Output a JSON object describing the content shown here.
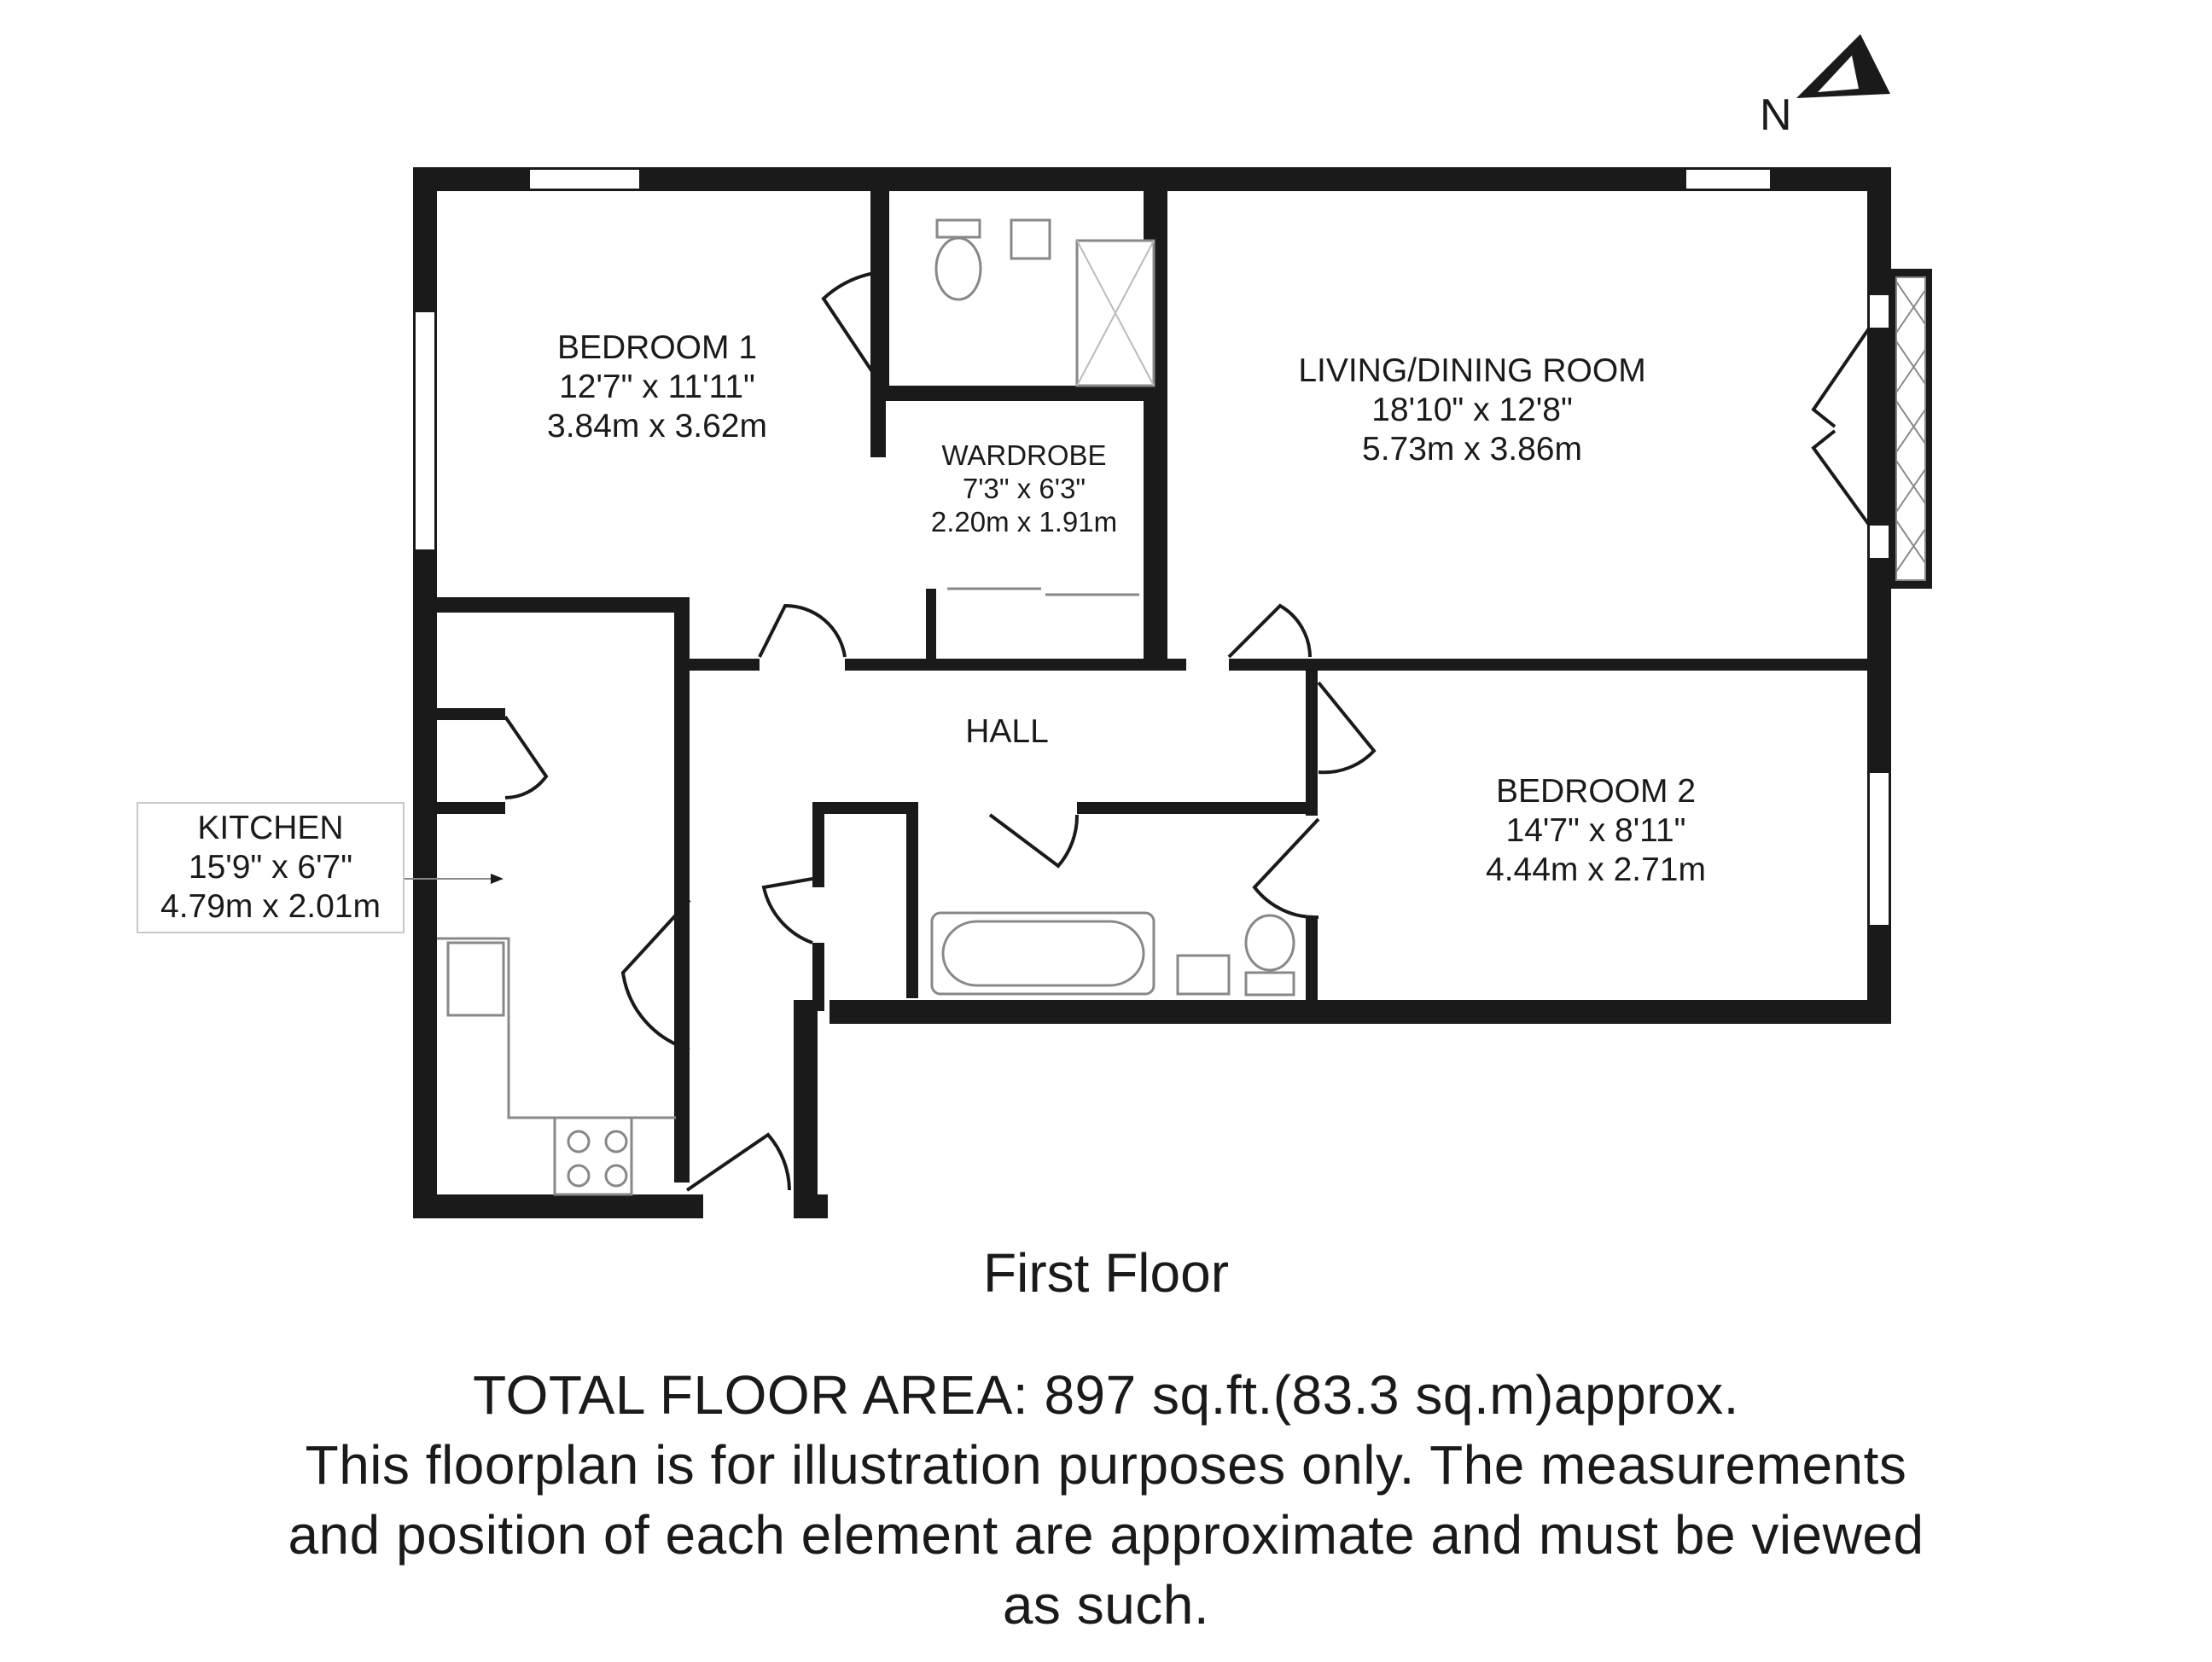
{
  "north_label": "N",
  "rooms": {
    "bedroom1": {
      "name": "BEDROOM 1",
      "imperial": "12'7\" x 11'11\"",
      "metric": "3.84m x 3.62m"
    },
    "wardrobe": {
      "name": "WARDROBE",
      "imperial": "7'3\" x 6'3\"",
      "metric": "2.20m x 1.91m"
    },
    "living": {
      "name": "LIVING/DINING ROOM",
      "imperial": "18'10\" x 12'8\"",
      "metric": "5.73m x 3.86m"
    },
    "hall": {
      "name": "HALL"
    },
    "bedroom2": {
      "name": "BEDROOM 2",
      "imperial": "14'7\" x 8'11\"",
      "metric": "4.44m x 2.71m"
    },
    "kitchen": {
      "name": "KITCHEN",
      "imperial": "15'9\" x 6'7\"",
      "metric": "4.79m x 2.01m"
    }
  },
  "floor_name": "First Floor",
  "total_area": "TOTAL FLOOR AREA: 897 sq.ft.(83.3 sq.m)approx.",
  "disclaimer_lines": [
    "This floorplan is for illustration purposes only. The measurements",
    "and position of each element are approximate and must be viewed",
    "as such."
  ],
  "colors": {
    "wall": "#1a1a1a",
    "fixture": "#888888",
    "window": "#ffffff",
    "callout_border": "#c8c8c8"
  }
}
